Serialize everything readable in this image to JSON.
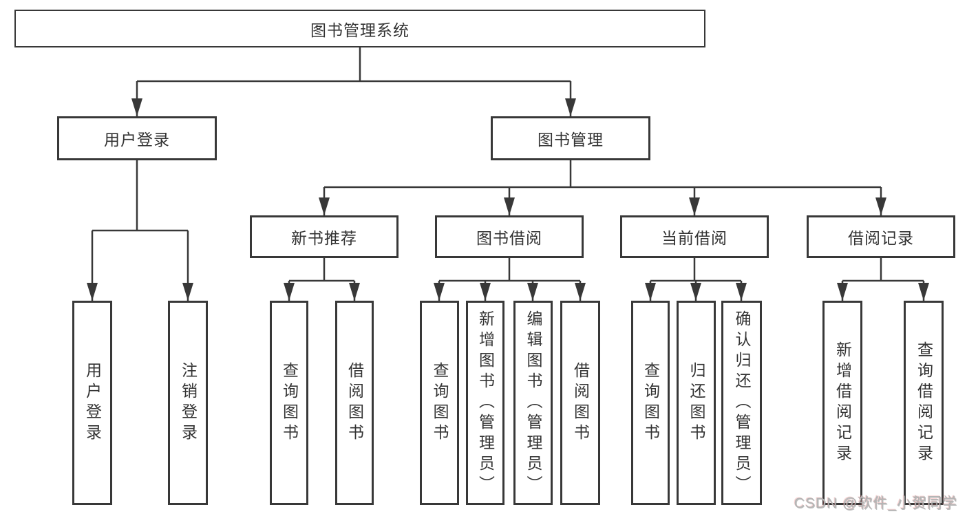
{
  "diagram_type": "hierarchy-tree",
  "colors": {
    "line": "#383838",
    "text": "#333333",
    "watermark": "#b5b5b5",
    "background": "#ffffff"
  },
  "tree": {
    "label": "图书管理系统",
    "children": [
      {
        "label": "用户登录",
        "children": [
          {
            "label": "用户登录"
          },
          {
            "label": "注销登录"
          }
        ]
      },
      {
        "label": "图书管理",
        "children": [
          {
            "label": "新书推荐",
            "children": [
              {
                "label": "查询图书"
              },
              {
                "label": "借阅图书"
              }
            ]
          },
          {
            "label": "图书借阅",
            "children": [
              {
                "label": "查询图书"
              },
              {
                "label": "新增图书（管理员）"
              },
              {
                "label": "编辑图书（管理员）"
              },
              {
                "label": "借阅图书"
              }
            ]
          },
          {
            "label": "当前借阅",
            "children": [
              {
                "label": "查询图书"
              },
              {
                "label": "归还图书"
              },
              {
                "label": "确认归还（管理员）"
              }
            ]
          },
          {
            "label": "借阅记录",
            "children": [
              {
                "label": "新增借阅记录"
              },
              {
                "label": "查询借阅记录"
              }
            ]
          }
        ]
      }
    ]
  },
  "watermark": {
    "text": "CSDN @软件_小贺同学"
  }
}
